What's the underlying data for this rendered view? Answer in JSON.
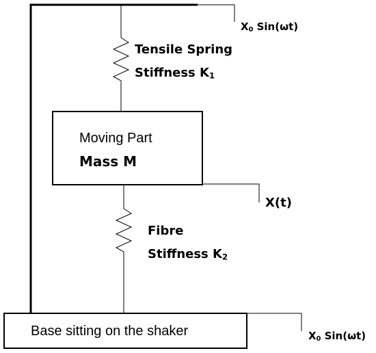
{
  "top_excitation": {
    "prefix": "X",
    "subscript": "0",
    "suffix": " Sin(ωt)"
  },
  "spring1": {
    "line1": "Tensile Spring",
    "line2_prefix": "Stiffness K",
    "line2_subscript": "1"
  },
  "mass_box": {
    "line1": "Moving Part",
    "line2": "Mass M"
  },
  "mass_displacement": {
    "label": "X(t)"
  },
  "spring2": {
    "line1": "Fibre",
    "line2_prefix": "Stiffness K",
    "line2_subscript": "2"
  },
  "base_box": {
    "label": "Base sitting on the shaker"
  },
  "base_excitation": {
    "prefix": "X",
    "subscript": "0",
    "suffix": " Sin(ωt)"
  },
  "colors": {
    "line": "#000000",
    "background": "#ffffff"
  }
}
